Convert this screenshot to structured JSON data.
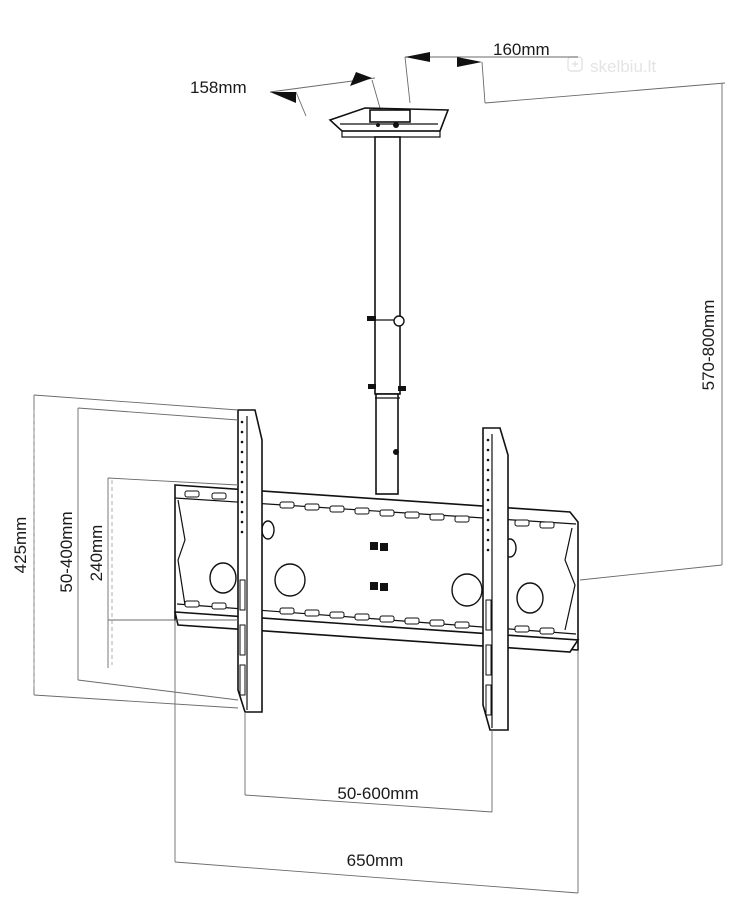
{
  "dimensions": {
    "plate_depth": "158mm",
    "plate_width": "160mm",
    "drop_height": "570-800mm",
    "overall_height": "425mm",
    "vertical_vesa": "50-400mm",
    "rail_height": "240mm",
    "horizontal_vesa": "50-600mm",
    "overall_width": "650mm"
  },
  "watermark": "skelbiu.lt",
  "colors": {
    "ink": "#111111",
    "dimension_line": "#6a6a6a",
    "background": "#ffffff"
  },
  "icons": {
    "watermark_logo": "skelbiu-logo-icon"
  }
}
